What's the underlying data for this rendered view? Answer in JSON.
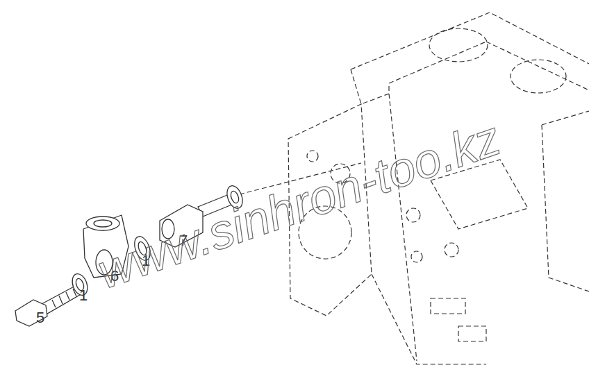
{
  "diagram": {
    "labels": [
      "5",
      "1",
      "6",
      "1",
      "7",
      "www.sinhron-too.kz"
    ]
  }
}
